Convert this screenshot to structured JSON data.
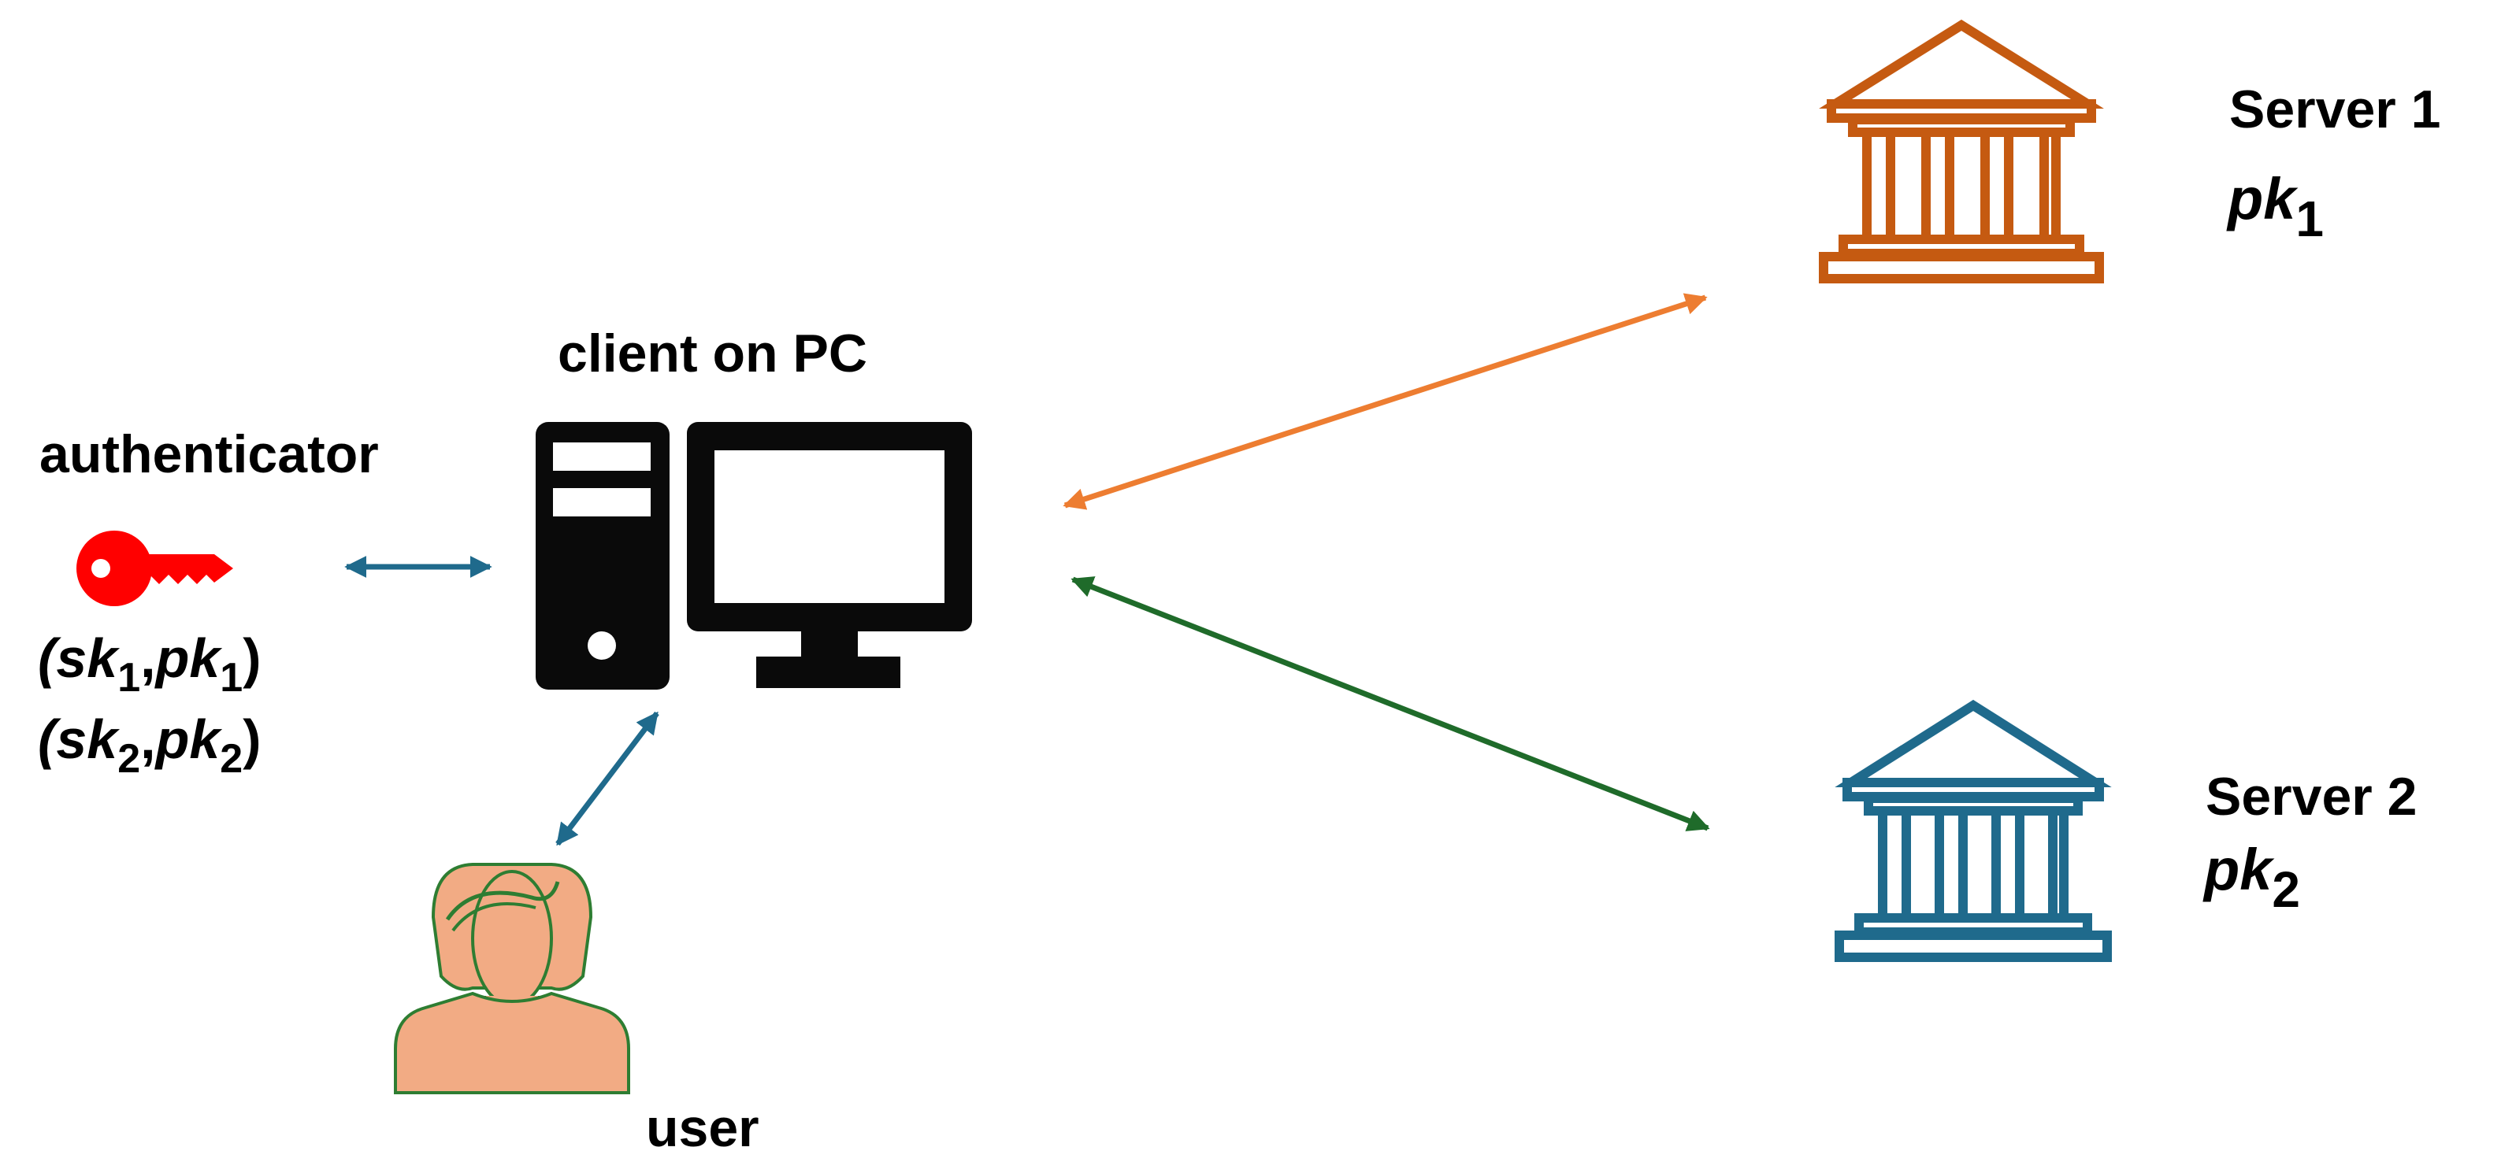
{
  "labels": {
    "authenticator": "authenticator",
    "client": "client  on PC",
    "user": "user",
    "server1": "Server 1",
    "server2": "Server 2"
  },
  "authenticator_keys": [
    {
      "sk_base": "sk",
      "sk_sub": "1",
      "pk_base": "pk",
      "pk_sub": "1"
    },
    {
      "sk_base": "sk",
      "sk_sub": "2",
      "pk_base": "pk",
      "pk_sub": "2"
    }
  ],
  "server1_key": {
    "base": "pk",
    "sub": "1"
  },
  "server2_key": {
    "base": "pk",
    "sub": "2"
  },
  "icons": {
    "authenticator": "key-icon",
    "client": "desktop-computer-icon",
    "user": "user-avatar-icon",
    "server1": "bank-building-icon",
    "server2": "bank-building-icon"
  },
  "colors": {
    "key": "#ff0000",
    "authenticator_link": "#1f6a8c",
    "user_link": "#1f6a8c",
    "server1": "#c55a11",
    "server1_link": "#ed7d31",
    "server2": "#1f6a8c",
    "server2_link": "#1f6b2a",
    "user_fill": "#f2ab84",
    "user_outline": "#2e7d32",
    "computer": "#0a0a0a"
  }
}
